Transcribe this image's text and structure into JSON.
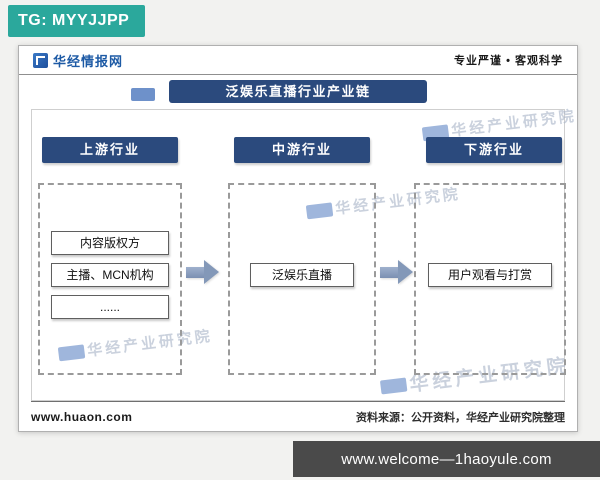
{
  "overlay": {
    "tg_badge": "TG: MYYJJPP",
    "bottom_banner": "www.welcome—1haoyule.com"
  },
  "header": {
    "brand": "华经情报网",
    "tagline": "专业严谨 • 客观科学"
  },
  "diagram": {
    "title": "泛娱乐直播行业产业链",
    "watermark": "华经产业研究院",
    "columns": [
      {
        "header": "上游行业",
        "items": [
          "内容版权方",
          "主播、MCN机构",
          "......"
        ]
      },
      {
        "header": "中游行业",
        "items": [
          "泛娱乐直播"
        ]
      },
      {
        "header": "下游行业",
        "items": [
          "用户观看与打赏"
        ]
      }
    ]
  },
  "footer": {
    "site": "www.huaon.com",
    "source": "资料来源：公开资料，华经产业研究院整理"
  },
  "colors": {
    "navy": "#2b4a7d",
    "teal": "#2ba89c",
    "arrow": "#8398b8",
    "banner_gray": "#4a4a4a"
  }
}
